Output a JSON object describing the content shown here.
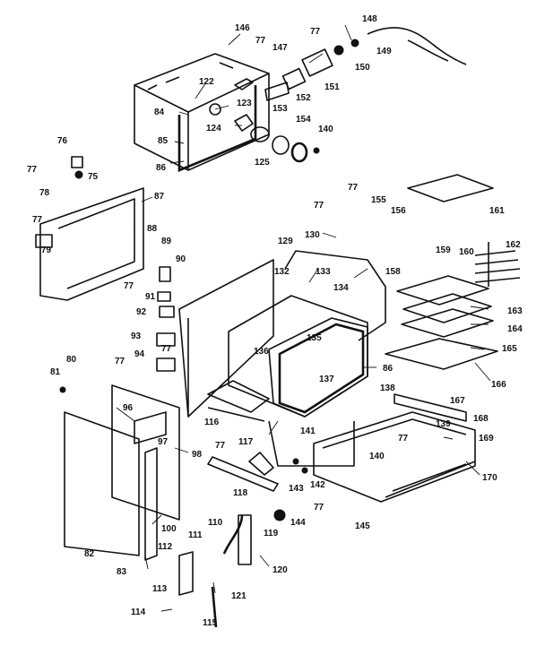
{
  "diagram": {
    "callouts": {
      "c146": "146",
      "c77a": "77",
      "c148": "148",
      "c77b": "77",
      "c147": "147",
      "c149": "149",
      "c150": "150",
      "c151": "151",
      "c152": "152",
      "c122": "122",
      "c84": "84",
      "c123": "123",
      "c153": "153",
      "c154": "154",
      "c140a": "140",
      "c124": "124",
      "c85": "85",
      "c86a": "86",
      "c125": "125",
      "c76": "76",
      "c77c": "77",
      "c75": "75",
      "c78": "78",
      "c87": "87",
      "c77d": "77",
      "c155": "155",
      "c156": "156",
      "c161": "161",
      "c77e": "77",
      "c130": "130",
      "c88": "88",
      "c89": "89",
      "c79": "79",
      "c90": "90",
      "c129": "129",
      "c159": "159",
      "c160": "160",
      "c162": "162",
      "c132": "132",
      "c133": "133",
      "c158": "158",
      "c134": "134",
      "c77f": "77",
      "c91": "91",
      "c92": "92",
      "c163": "163",
      "c164": "164",
      "c135": "135",
      "c93": "93",
      "c77g": "77",
      "c94": "94",
      "c77h": "77",
      "c165": "165",
      "c136": "136",
      "c137": "137",
      "c86b": "86",
      "c166": "166",
      "c81": "81",
      "c80": "80",
      "c138": "138",
      "c167": "167",
      "c96": "96",
      "c116": "116",
      "c139": "139",
      "c168": "168",
      "c141": "141",
      "c97": "97",
      "c77i": "77",
      "c169": "169",
      "c117": "117",
      "c77j": "77",
      "c98": "98",
      "c140b": "140",
      "c170": "170",
      "c143": "143",
      "c142": "142",
      "c118": "118",
      "c77k": "77",
      "c145": "145",
      "c144": "144",
      "c100": "100",
      "c110": "110",
      "c111": "111",
      "c119": "119",
      "c82": "82",
      "c112": "112",
      "c83": "83",
      "c120": "120",
      "c113": "113",
      "c121": "121",
      "c114": "114",
      "c115": "115"
    }
  }
}
